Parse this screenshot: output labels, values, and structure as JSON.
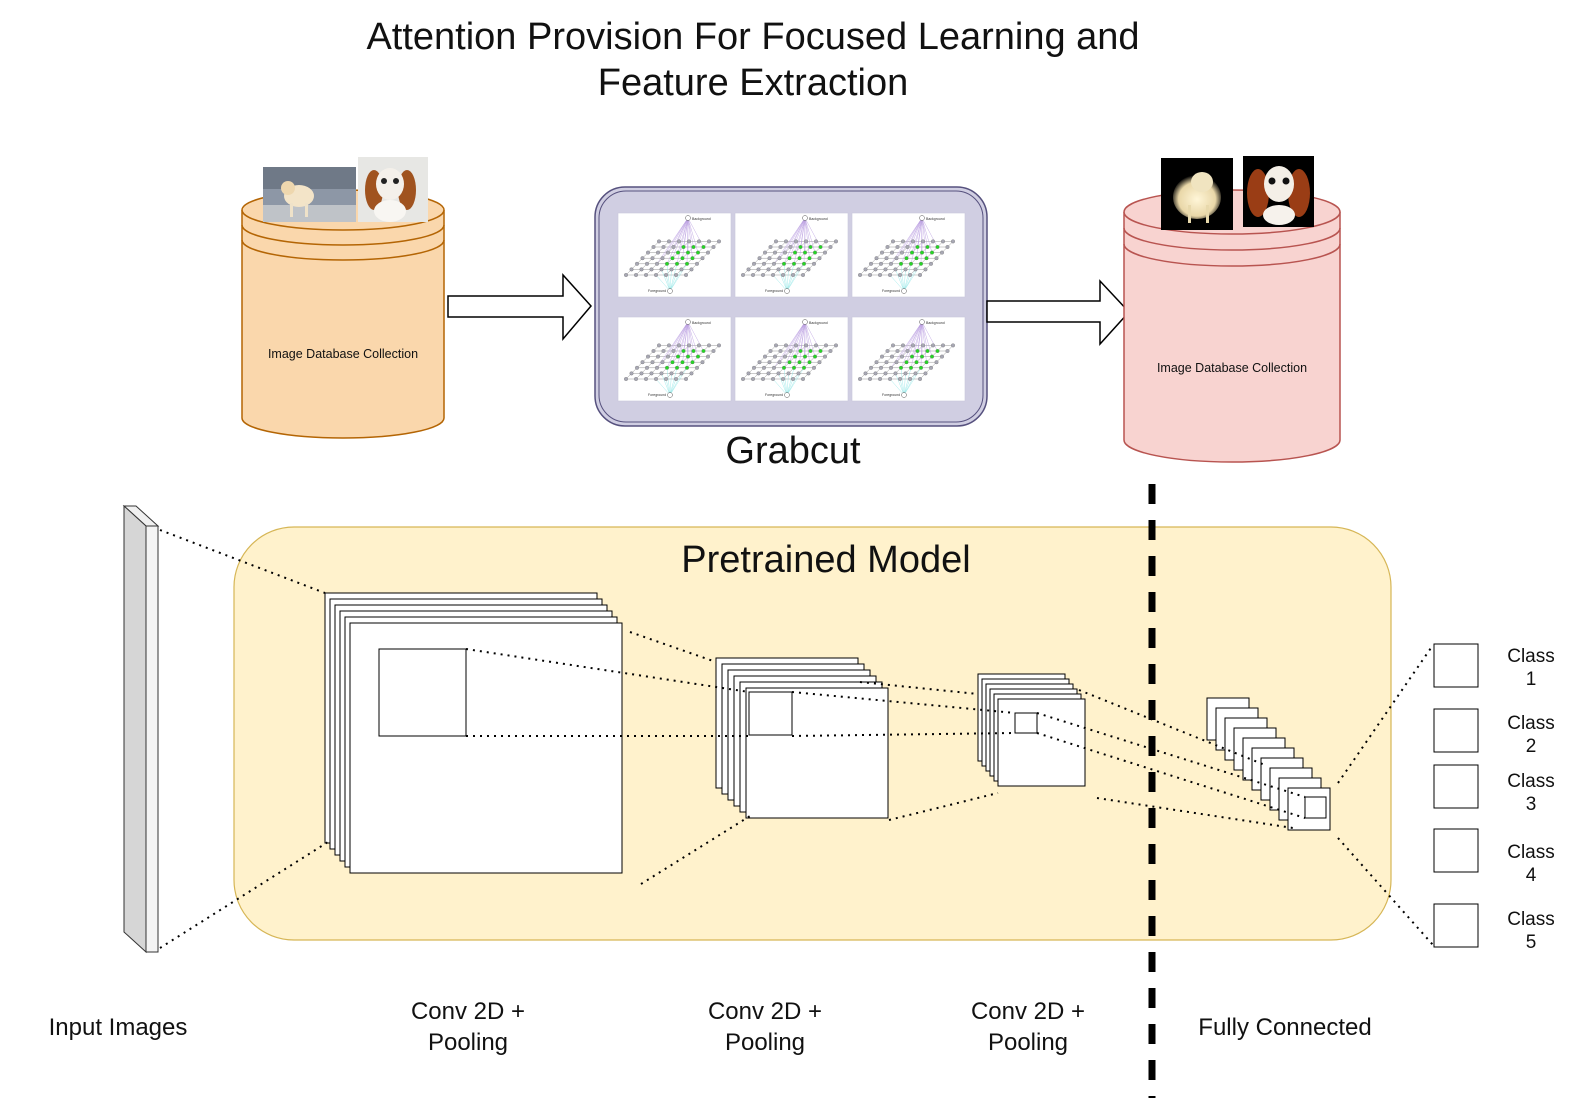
{
  "title_line1": "Attention Provision For Focused Learning and",
  "title_line2": "Feature Extraction",
  "source_db": {
    "label": "Image Database Collection",
    "fill": "#fad7ac",
    "stroke": "#b46504",
    "thumbnails": [
      "pomeranian-photo",
      "cavalier-spaniel-photo"
    ]
  },
  "grabcut": {
    "label": "Grabcut",
    "panel_fill": "#d0cee2",
    "panel_stroke": "#56517e",
    "graph_label_top": "Background",
    "graph_label_bottom": "Foreground",
    "graph_count": 6
  },
  "output_db": {
    "label": "Image Database Collection",
    "fill": "#f8d3d0",
    "stroke": "#b85450",
    "thumbnails": [
      "segmented-pomeranian",
      "segmented-spaniel"
    ]
  },
  "model": {
    "label": "Pretrained Model",
    "fill": "#fff2cc",
    "stroke": "#d6b656"
  },
  "stages": {
    "input": "Input Images",
    "conv1_line1": "Conv 2D +",
    "conv1_line2": "Pooling",
    "conv2_line1": "Conv 2D +",
    "conv2_line2": "Pooling",
    "conv3_line1": "Conv 2D +",
    "conv3_line2": "Pooling",
    "fc": "Fully Connected"
  },
  "classes": [
    {
      "line1": "Class",
      "line2": "1"
    },
    {
      "line1": "Class",
      "line2": "2"
    },
    {
      "line1": "Class",
      "line2": "3"
    },
    {
      "line1": "Class",
      "line2": "4"
    },
    {
      "line1": "Class",
      "line2": "5"
    }
  ]
}
